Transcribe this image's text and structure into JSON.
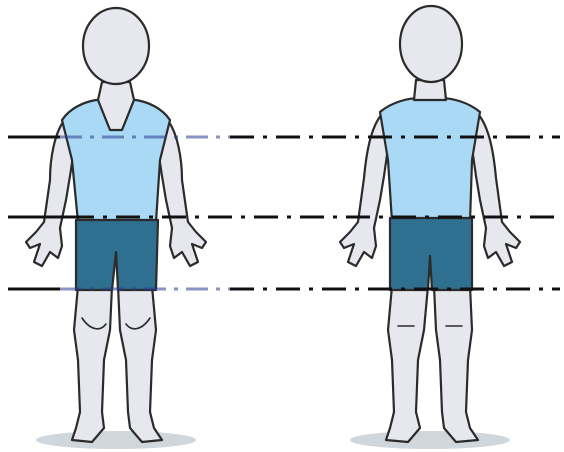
{
  "colors": {
    "background": "#ffffff",
    "skin": "#e6e8ee",
    "shirt": "#a9d9f5",
    "shorts": "#2f6f8f",
    "outline": "#2b2b2b",
    "guide_line": "#111111",
    "guide_line_highlight": "#2a3b8f",
    "shadow": "#cfd6dc"
  },
  "figures": [
    {
      "view": "front"
    },
    {
      "view": "back"
    }
  ],
  "guide_lines": [
    {
      "level": "chest"
    },
    {
      "level": "waist"
    },
    {
      "level": "hip"
    }
  ]
}
